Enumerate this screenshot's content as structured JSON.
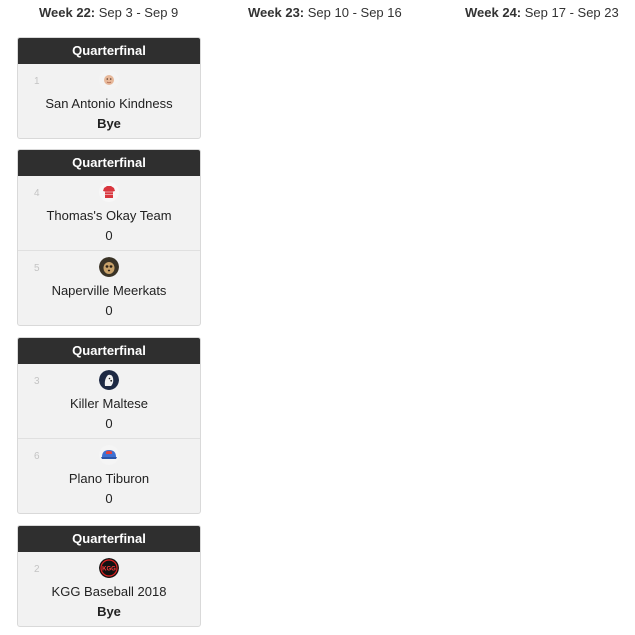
{
  "weeks": [
    {
      "label": "Week 22:",
      "range": "Sep 3 - Sep 9"
    },
    {
      "label": "Week 23:",
      "range": "Sep 10 - Sep 16"
    },
    {
      "label": "Week 24:",
      "range": "Sep 17 - Sep 23"
    }
  ],
  "matchups": [
    {
      "title": "Quarterfinal",
      "teams": [
        {
          "seed": "1",
          "name": "San Antonio Kindness",
          "score": "Bye",
          "avatar": "baby-face-icon"
        }
      ]
    },
    {
      "title": "Quarterfinal",
      "teams": [
        {
          "seed": "4",
          "name": "Thomas's Okay Team",
          "score": "0",
          "avatar": "red-jersey-icon"
        },
        {
          "seed": "5",
          "name": "Naperville Meerkats",
          "score": "0",
          "avatar": "meerkat-icon"
        }
      ]
    },
    {
      "title": "Quarterfinal",
      "teams": [
        {
          "seed": "3",
          "name": "Killer Maltese",
          "score": "0",
          "avatar": "maltese-dog-icon"
        },
        {
          "seed": "6",
          "name": "Plano Tiburon",
          "score": "0",
          "avatar": "blue-cap-icon"
        }
      ]
    },
    {
      "title": "Quarterfinal",
      "teams": [
        {
          "seed": "2",
          "name": "KGG Baseball 2018",
          "score": "Bye",
          "avatar": "kgg-logo-icon",
          "avatar_text": "KGG"
        }
      ]
    }
  ],
  "colors": {
    "header_bg": "#2f2f2f",
    "card_bg": "#f2f2f2",
    "seed_text": "#c4c4c4"
  }
}
